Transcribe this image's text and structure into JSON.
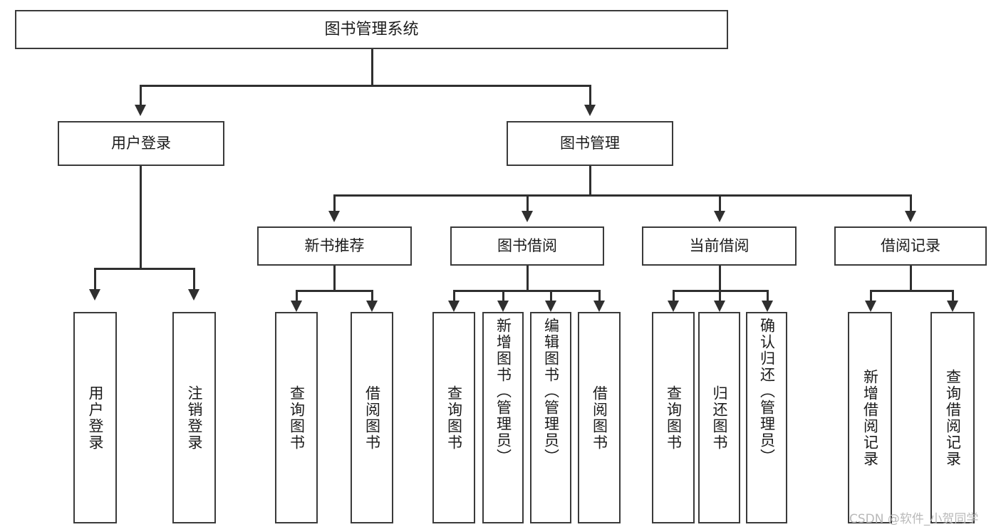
{
  "diagram": {
    "title": "图书管理系统",
    "type": "hierarchy-tree",
    "watermark": "CSDN @软件_小贺同学",
    "colors": {
      "box_border": "#3a3a3a",
      "connector": "#2f2f2f",
      "background": "#ffffff",
      "text": "#1b1b1b",
      "watermark": "#b9b9b9"
    },
    "root": {
      "label": "图书管理系统"
    },
    "level2": [
      {
        "label": "用户登录"
      },
      {
        "label": "图书管理"
      }
    ],
    "level3": [
      {
        "label": "新书推荐"
      },
      {
        "label": "图书借阅"
      },
      {
        "label": "当前借阅"
      },
      {
        "label": "借阅记录"
      }
    ],
    "leaves": {
      "user_login": [
        {
          "label": "用户登录"
        },
        {
          "label": "注销登录"
        }
      ],
      "new_book_recommend": [
        {
          "label": "查询图书"
        },
        {
          "label": "借阅图书"
        }
      ],
      "book_borrow": [
        {
          "label": "查询图书"
        },
        {
          "label": "新增图书（管理员）"
        },
        {
          "label": "编辑图书（管理员）"
        },
        {
          "label": "借阅图书"
        }
      ],
      "current_borrow": [
        {
          "label": "查询图书"
        },
        {
          "label": "归还图书"
        },
        {
          "label": "确认归还（管理员）"
        }
      ],
      "borrow_record": [
        {
          "label": "新增借阅记录"
        },
        {
          "label": "查询借阅记录"
        }
      ]
    }
  }
}
